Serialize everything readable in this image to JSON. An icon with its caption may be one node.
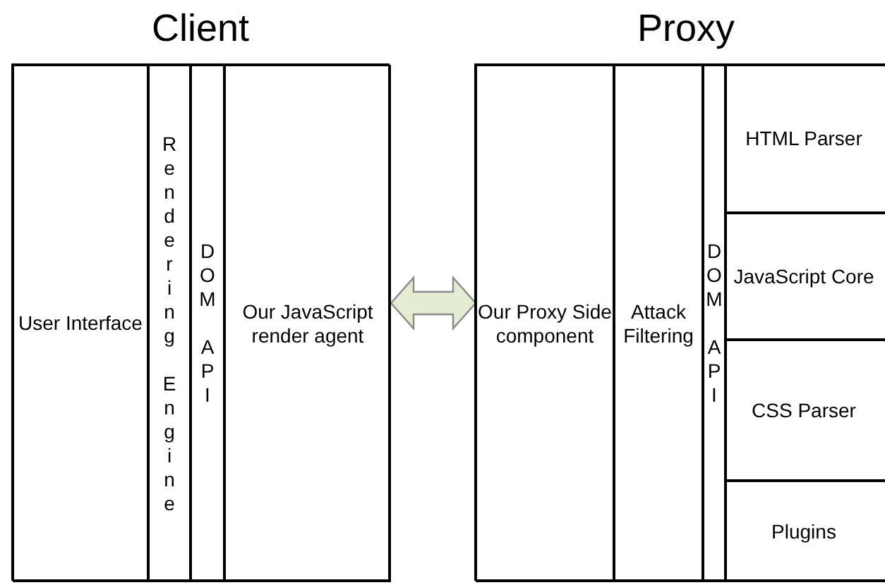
{
  "diagram": {
    "nodes": [
      {
        "text": [
          "Client"
        ]
      },
      {
        "text": [
          "User Interface"
        ],
        "in": 0
      },
      {
        "text": [
          "Rendering Engine"
        ],
        "in": 0
      },
      {
        "text": [
          "DOM API"
        ],
        "in": 0
      },
      {
        "text": [
          "Our JavaScript render agent"
        ],
        "in": 0
      },
      {
        "text": [
          "Proxy"
        ]
      },
      {
        "text": [
          "Our Proxy Side component"
        ],
        "in": 5
      },
      {
        "text": [
          "Attack Filtering"
        ],
        "in": 5
      },
      {
        "text": [
          "DOM API"
        ],
        "in": 5
      },
      {
        "text": [
          "HTML Parser"
        ],
        "in": 5
      },
      {
        "text": [
          "JavaScript Core"
        ],
        "in": 5
      },
      {
        "text": [
          "CSS Parser"
        ],
        "in": 5
      },
      {
        "text": [
          "Plugins"
        ],
        "in": 5
      }
    ],
    "edges": [
      {
        "from": 4,
        "to": 6,
        "arrow": "both"
      }
    ]
  }
}
